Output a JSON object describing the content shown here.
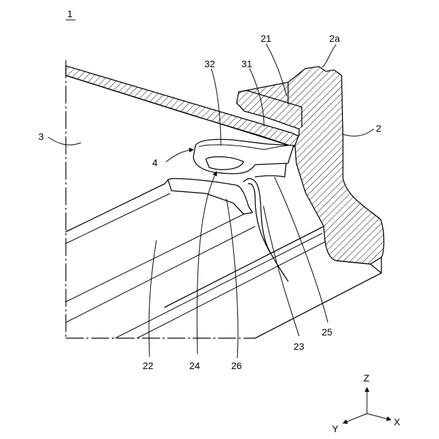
{
  "figure": {
    "figure_number": "1",
    "reference_labels": {
      "r2a": "2a",
      "r21": "21",
      "r32": "32",
      "r31": "31",
      "r2": "2",
      "r3": "3",
      "r4": "4",
      "r22": "22",
      "r24": "24",
      "r26": "26",
      "r23": "23",
      "r25": "25"
    },
    "axes": {
      "z": "Z",
      "x": "X",
      "y": "Y"
    }
  }
}
